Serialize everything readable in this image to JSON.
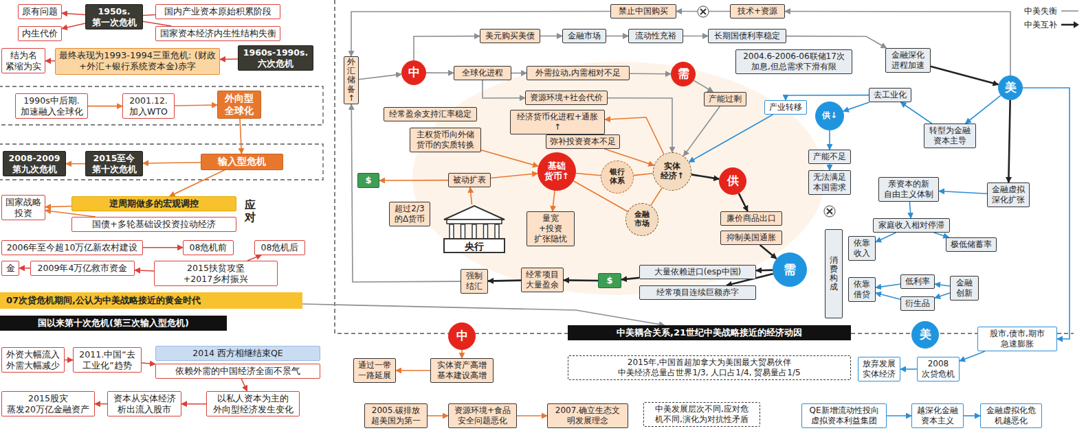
{
  "diagram": {
    "nodes": [
      {
        "text": [
          "原有问题"
        ]
      },
      {
        "text": [
          "内生代价"
        ]
      },
      {
        "text": [
          "1950s. 第一次危机"
        ]
      },
      {
        "text": [
          "国内产业资本原始积累阶段"
        ]
      },
      {
        "text": [
          "国家资本经济内生性结构失衡"
        ]
      },
      {
        "text": [
          "结为名 紧缩为实"
        ]
      },
      {
        "text": [
          "最终表现为1993-1994三重危机: (财政+外汇+银行系统资本金)赤字"
        ]
      },
      {
        "text": [
          "1960s-1990s. 六次危机"
        ]
      },
      {
        "text": [
          "1990s中后期. 加速融入全球化"
        ]
      },
      {
        "text": [
          "2001.12. 加入WTO"
        ]
      },
      {
        "text": [
          "外向型 全球化"
        ]
      },
      {
        "text": [
          "2008-2009 第九次危机"
        ]
      },
      {
        "text": [
          "2015至今 第十次危机"
        ]
      },
      {
        "text": [
          "输入型危机"
        ]
      },
      {
        "text": [
          "国家战略 投资"
        ]
      },
      {
        "text": [
          "逆周期做多的宏观调控"
        ]
      },
      {
        "text": [
          "国债+多轮基础设投资拉动经济"
        ]
      },
      {
        "text": [
          "2006年至今超10万亿新农村建设"
        ]
      },
      {
        "text": [
          "08危机前"
        ]
      },
      {
        "text": [
          "08危机后"
        ]
      },
      {
        "text": [
          "金"
        ]
      },
      {
        "text": [
          "2009年4万亿救市资金"
        ]
      },
      {
        "text": [
          "2015扶贫攻坚+2017乡村振兴"
        ]
      },
      {
        "text": [
          "07次贷危机期间,公认为中美战略接近的黄金时代"
        ]
      },
      {
        "text": [
          "国以来第十次危机(第三次输入型危机)"
        ]
      },
      {
        "text": [
          "外资大幅流入 外需大幅减少"
        ]
      },
      {
        "text": [
          "2011.中国“去 工业化”趋势"
        ]
      },
      {
        "text": [
          "2014 西方相继结束QE"
        ]
      },
      {
        "text": [
          "依赖外需的中国经济全面不景气"
        ]
      },
      {
        "text": [
          "2015股灾 蒸发20万亿金融资产"
        ]
      },
      {
        "text": [
          "资本从实体经济 析出流入股市"
        ]
      },
      {
        "text": [
          "以私人资本为主的 外向型经济发生变化"
        ]
      },
      {
        "text": [
          "禁止中国购买"
        ]
      },
      {
        "text": [
          "技术+资源"
        ]
      },
      {
        "text": [
          "美元购买美债"
        ]
      },
      {
        "text": [
          "金融市场"
        ]
      },
      {
        "text": [
          "流动性充裕"
        ]
      },
      {
        "text": [
          "长期国债利率稳定"
        ]
      },
      {
        "text": [
          "外汇储备↑"
        ]
      },
      {
        "text": [
          "中"
        ]
      },
      {
        "text": [
          "全球化进程"
        ]
      },
      {
        "text": [
          "外需拉动,内需相对不足"
        ]
      },
      {
        "text": [
          "需"
        ]
      },
      {
        "text": [
          "2004.6-2006-06联储17次 加息,但总需求下滑有限"
        ]
      },
      {
        "text": [
          "金融深化 进程加速"
        ]
      },
      {
        "text": [
          "美"
        ]
      },
      {
        "text": [
          "资源环境+社会代价"
        ]
      },
      {
        "text": [
          "经济货币化进程+通胀↑"
        ]
      },
      {
        "text": [
          "产能过剩"
        ]
      },
      {
        "text": [
          "去工业化"
        ]
      },
      {
        "text": [
          "产业转移"
        ]
      },
      {
        "text": [
          "供↓"
        ]
      },
      {
        "text": [
          "经常盈余支持汇率稳定"
        ]
      },
      {
        "text": [
          "主权货币向外储 货币的实质转换"
        ]
      },
      {
        "text": [
          "弥补投资资本不足"
        ]
      },
      {
        "text": [
          "转型为金融 资本主导"
        ]
      },
      {
        "text": [
          "基础 货币↑"
        ]
      },
      {
        "text": [
          "银行 体系"
        ]
      },
      {
        "text": [
          "实体 经济↑"
        ]
      },
      {
        "text": [
          "供"
        ]
      },
      {
        "text": [
          "金融 市场"
        ]
      },
      {
        "text": [
          "产能不足"
        ]
      },
      {
        "text": [
          "无法满足 本国需求"
        ]
      },
      {
        "text": [
          "亲资本的新 自由主义体制"
        ]
      },
      {
        "text": [
          "金融虚拟 深化扩张"
        ]
      },
      {
        "text": [
          "$"
        ]
      },
      {
        "text": [
          "被动扩表"
        ]
      },
      {
        "text": [
          "超过2/3 的Δ货币"
        ]
      },
      {
        "text": [
          "央行"
        ]
      },
      {
        "text": [
          "量宽+投资 扩张隐忧"
        ]
      },
      {
        "text": [
          "廉价商品出口"
        ]
      },
      {
        "text": [
          "抑制美国通胀"
        ]
      },
      {
        "text": [
          "家庭收入相对停滞"
        ]
      },
      {
        "text": [
          "极低储蓄率"
        ]
      },
      {
        "text": [
          "消费构成"
        ]
      },
      {
        "text": [
          "依靠 收入"
        ]
      },
      {
        "text": [
          "依靠 借贷"
        ]
      },
      {
        "text": [
          "低利率"
        ]
      },
      {
        "text": [
          "金融 创新"
        ]
      },
      {
        "text": [
          "衍生品"
        ]
      },
      {
        "text": [
          "强制 结汇"
        ]
      },
      {
        "text": [
          "经常项目 大量盈余"
        ]
      },
      {
        "text": [
          "$"
        ]
      },
      {
        "text": [
          "大量依赖进口(esp中国)"
        ]
      },
      {
        "text": [
          "经常项目连续巨额赤字"
        ]
      },
      {
        "text": [
          "需"
        ]
      },
      {
        "text": [
          "中"
        ]
      },
      {
        "text": [
          "中美耦合关系,21世纪中美战略接近的经济动因"
        ]
      },
      {
        "text": [
          "美"
        ]
      },
      {
        "text": [
          "通过一带 一路延展"
        ]
      },
      {
        "text": [
          "实体资产高增 基本建设高增"
        ]
      },
      {
        "text": [
          "2015年,中国首超加拿大为美国最大贸易伙伴",
          "中美经济总量占世界1/3, 人口占1/4, 贸易量占1/5"
        ]
      },
      {
        "text": [
          "放弃发展 实体经济"
        ]
      },
      {
        "text": [
          "2008 次贷危机"
        ]
      },
      {
        "text": [
          "股市,债市,期市 急速膨胀"
        ]
      },
      {
        "text": [
          "2005.碳排放 超美国为第一"
        ]
      },
      {
        "text": [
          "资源环境+食品 安全问题恶化"
        ]
      },
      {
        "text": [
          "2007.确立生态文 明发展理念"
        ]
      },
      {
        "text": [
          "中美发展层次不同,应对危 机不同,演化为对抗性矛盾"
        ]
      },
      {
        "text": [
          "QE新增流动性投向 虚拟资本利益集团"
        ]
      },
      {
        "text": [
          "越深化金融 资本主义"
        ]
      },
      {
        "text": [
          "金融虚拟化危 机越恶化"
        ]
      }
    ],
    "edges": [
      {
        "from": 2,
        "to": 0,
        "arrow": "to"
      },
      {
        "from": 2,
        "to": 1,
        "arrow": "to"
      },
      {
        "from": 2,
        "to": 3,
        "arrow": "none"
      },
      {
        "from": 2,
        "to": 4,
        "arrow": "none"
      },
      {
        "from": 7,
        "to": 6,
        "arrow": "to"
      },
      {
        "from": 6,
        "to": 5,
        "arrow": "to"
      },
      {
        "from": 8,
        "to": 9,
        "arrow": "to"
      },
      {
        "from": 9,
        "to": 10,
        "arrow": "to"
      },
      {
        "from": 10,
        "to": 13,
        "arrow": "to"
      },
      {
        "from": 13,
        "to": 12,
        "arrow": "to"
      },
      {
        "from": 12,
        "to": 11,
        "arrow": "to"
      },
      {
        "from": 13,
        "to": 15,
        "arrow": "to"
      },
      {
        "from": 15,
        "to": 14,
        "arrow": "to"
      },
      {
        "from": 16,
        "to": 14,
        "arrow": "to"
      },
      {
        "from": 17,
        "to": 18,
        "arrow": "to"
      },
      {
        "from": 22,
        "to": 19,
        "arrow": "to"
      },
      {
        "from": 22,
        "to": 21,
        "arrow": "to"
      },
      {
        "from": 21,
        "to": 20,
        "arrow": "to"
      },
      {
        "from": 23,
        "to": 87,
        "arrow": "to"
      },
      {
        "from": 25,
        "to": 26,
        "arrow": "to"
      },
      {
        "from": 26,
        "to": 28,
        "arrow": "to"
      },
      {
        "from": 28,
        "to": 31,
        "arrow": "to"
      },
      {
        "from": 31,
        "to": 30,
        "arrow": "to"
      },
      {
        "from": 30,
        "to": 29,
        "arrow": "to"
      },
      {
        "from": 38,
        "to": 39,
        "arrow": "to"
      },
      {
        "from": 39,
        "to": 34,
        "arrow": "to"
      },
      {
        "from": 34,
        "to": 35,
        "arrow": "to"
      },
      {
        "from": 35,
        "to": 36,
        "arrow": "to"
      },
      {
        "from": 36,
        "to": 37,
        "arrow": "to"
      },
      {
        "from": 37,
        "to": 44,
        "arrow": "to"
      },
      {
        "from": 44,
        "to": 45,
        "arrow": "to"
      },
      {
        "from": 45,
        "to": 33,
        "arrow": "to"
      },
      {
        "from": 33,
        "to": 32,
        "arrow": "to"
      },
      {
        "from": 32,
        "to": 38,
        "arrow": "to"
      },
      {
        "from": 39,
        "to": 40,
        "arrow": "to"
      },
      {
        "from": 40,
        "to": 41,
        "arrow": "to"
      },
      {
        "from": 41,
        "to": 42,
        "arrow": "to"
      },
      {
        "from": 40,
        "to": 46,
        "arrow": "to"
      },
      {
        "from": 46,
        "to": 58,
        "arrow": "to"
      },
      {
        "from": 58,
        "to": 47,
        "arrow": "to"
      },
      {
        "from": 42,
        "to": 48,
        "arrow": "to"
      },
      {
        "from": 48,
        "to": 58,
        "arrow": "to"
      },
      {
        "from": 49,
        "to": 50,
        "arrow": "to"
      },
      {
        "from": 50,
        "to": 58,
        "arrow": "to"
      },
      {
        "from": 49,
        "to": 51,
        "arrow": "to"
      },
      {
        "from": 51,
        "to": 61,
        "arrow": "to"
      },
      {
        "from": 61,
        "to": 62,
        "arrow": "to"
      },
      {
        "from": 45,
        "to": 55,
        "arrow": "to"
      },
      {
        "from": 55,
        "to": 49,
        "arrow": "to"
      },
      {
        "from": 64,
        "to": 63,
        "arrow": "to"
      },
      {
        "from": 63,
        "to": 72,
        "arrow": "to"
      },
      {
        "from": 72,
        "to": 73,
        "arrow": "to"
      },
      {
        "from": 72,
        "to": 75,
        "arrow": "to"
      },
      {
        "from": 78,
        "to": 77,
        "arrow": "to"
      },
      {
        "from": 78,
        "to": 79,
        "arrow": "to"
      },
      {
        "from": 77,
        "to": 76,
        "arrow": "to"
      },
      {
        "from": 79,
        "to": 76,
        "arrow": "to"
      },
      {
        "from": 45,
        "to": 64,
        "arrow": "to"
      },
      {
        "from": 85,
        "to": 83,
        "arrow": "to"
      },
      {
        "from": 85,
        "to": 84,
        "arrow": "to"
      },
      {
        "from": 83,
        "to": 82,
        "arrow": "to"
      },
      {
        "from": 82,
        "to": 81,
        "arrow": "to"
      },
      {
        "from": 81,
        "to": 80,
        "arrow": "to"
      },
      {
        "from": 80,
        "to": 38,
        "arrow": "to"
      },
      {
        "from": 58,
        "to": 59,
        "arrow": "to"
      },
      {
        "from": 59,
        "to": 70,
        "arrow": "to"
      },
      {
        "from": 71,
        "to": 85,
        "arrow": "to"
      },
      {
        "from": 56,
        "to": 57,
        "arrow": "none"
      },
      {
        "from": 57,
        "to": 58,
        "arrow": "none"
      },
      {
        "from": 56,
        "to": 60,
        "arrow": "none"
      },
      {
        "from": 60,
        "to": 58,
        "arrow": "none"
      },
      {
        "from": 66,
        "to": 65,
        "arrow": "to"
      },
      {
        "from": 68,
        "to": 66,
        "arrow": "to"
      },
      {
        "from": 66,
        "to": 56,
        "arrow": "to"
      },
      {
        "from": 53,
        "to": 56,
        "arrow": "to"
      },
      {
        "from": 54,
        "to": 58,
        "arrow": "to"
      },
      {
        "from": 56,
        "to": 69,
        "arrow": "to"
      },
      {
        "from": 86,
        "to": 90,
        "arrow": "to"
      },
      {
        "from": 90,
        "to": 89,
        "arrow": "to"
      },
      {
        "from": 95,
        "to": 96,
        "arrow": "to"
      },
      {
        "from": 96,
        "to": 97,
        "arrow": "to"
      },
      {
        "from": 45,
        "to": 94,
        "arrow": "to"
      },
      {
        "from": 94,
        "to": 93,
        "arrow": "to"
      },
      {
        "from": 93,
        "to": 92,
        "arrow": "to"
      },
      {
        "from": 99,
        "to": 100,
        "arrow": "to"
      },
      {
        "from": 100,
        "to": 101,
        "arrow": "to"
      }
    ],
    "labels": [
      "应对"
    ],
    "legend": [
      {
        "text": "中美失衡"
      },
      {
        "text": "中美互补"
      }
    ]
  }
}
